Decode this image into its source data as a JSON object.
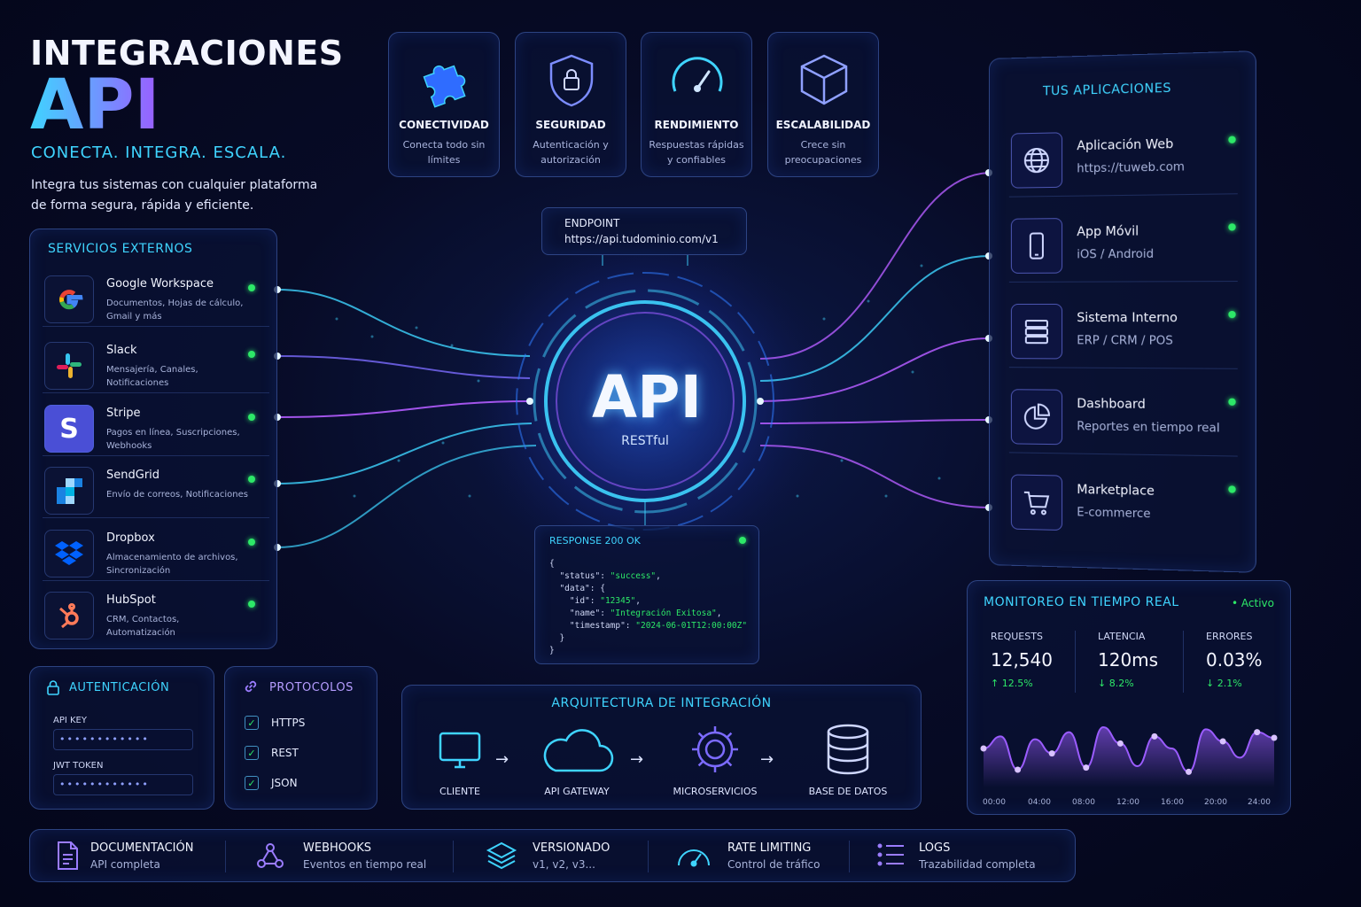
{
  "header": {
    "title_line1": "INTEGRACIONES",
    "title_line2": "API",
    "tagline": "CONECTA. INTEGRA. ESCALA.",
    "intro": "Integra tus sistemas con cualquier plataforma de forma segura, rápida y eficiente."
  },
  "features": [
    {
      "icon": "puzzle-icon",
      "title": "CONECTIVIDAD",
      "desc": "Conecta todo sin límites"
    },
    {
      "icon": "shield-lock-icon",
      "title": "SEGURIDAD",
      "desc": "Autenticación y autorización"
    },
    {
      "icon": "gauge-icon",
      "title": "RENDIMIENTO",
      "desc": "Respuestas rápidas y confiables"
    },
    {
      "icon": "cube-icon",
      "title": "ESCALABILIDAD",
      "desc": "Crece sin preocupaciones"
    }
  ],
  "external_services": {
    "title": "SERVICIOS EXTERNOS",
    "items": [
      {
        "name": "Google Workspace",
        "desc": "Documentos, Hojas de cálculo, Gmail y más",
        "icon": "google-icon"
      },
      {
        "name": "Slack",
        "desc": "Mensajería, Canales, Notificaciones",
        "icon": "slack-icon"
      },
      {
        "name": "Stripe",
        "desc": "Pagos en línea, Suscripciones, Webhooks",
        "icon": "stripe-icon",
        "glyph": "S"
      },
      {
        "name": "SendGrid",
        "desc": "Envío de correos, Notificaciones",
        "icon": "sendgrid-icon"
      },
      {
        "name": "Dropbox",
        "desc": "Almacenamiento de archivos, Sincronización",
        "icon": "dropbox-icon"
      },
      {
        "name": "HubSpot",
        "desc": "CRM, Contactos, Automatización",
        "icon": "hubspot-icon"
      }
    ]
  },
  "endpoint": {
    "label": "ENDPOINT",
    "url": "https://api.tudominio.com/v1"
  },
  "api_core": {
    "label": "API",
    "sub": "RESTful"
  },
  "response": {
    "header": "RESPONSE 200 OK",
    "lines": {
      "l1": "{",
      "l2k": "\"status\": ",
      "l2v": "\"success\"",
      "l2e": ",",
      "l3": "\"data\": {",
      "l4k": "\"id\": ",
      "l4v": "\"12345\"",
      "l4e": ",",
      "l5k": "\"name\": ",
      "l5v": "\"Integración Exitosa\"",
      "l5e": ",",
      "l6k": "\"timestamp\": ",
      "l6v": "\"2024-06-01T12:00:00Z\"",
      "l7": "}",
      "l8": "}"
    }
  },
  "apps": {
    "title": "TUS APLICACIONES",
    "items": [
      {
        "name": "Aplicación Web",
        "sub": "https://tuweb.com",
        "icon": "globe-icon"
      },
      {
        "name": "App Móvil",
        "sub": "iOS / Android",
        "icon": "mobile-icon"
      },
      {
        "name": "Sistema Interno",
        "sub": "ERP / CRM / POS",
        "icon": "server-icon"
      },
      {
        "name": "Dashboard",
        "sub": "Reportes en tiempo real",
        "icon": "pie-chart-icon"
      },
      {
        "name": "Marketplace",
        "sub": "E-commerce",
        "icon": "cart-icon"
      }
    ]
  },
  "monitoring": {
    "title": "MONITOREO EN TIEMPO REAL",
    "status": "• Activo",
    "metrics": [
      {
        "label": "REQUESTS",
        "value": "12,540",
        "change": "↑ 12.5%"
      },
      {
        "label": "LATENCIA",
        "value": "120ms",
        "change": "↓ 8.2%"
      },
      {
        "label": "ERRORES",
        "value": "0.03%",
        "change": "↓ 2.1%"
      }
    ],
    "chart_data": {
      "type": "area",
      "x": [
        "00:00",
        "04:00",
        "08:00",
        "12:00",
        "16:00",
        "20:00",
        "24:00"
      ],
      "values": [
        0.55,
        0.72,
        0.25,
        0.68,
        0.48,
        0.78,
        0.28,
        0.85,
        0.62,
        0.3,
        0.72,
        0.55,
        0.22,
        0.82,
        0.65,
        0.42,
        0.78,
        0.7
      ],
      "color": "#9b5cff"
    }
  },
  "auth": {
    "title": "AUTENTICACIÓN",
    "fields": [
      {
        "label": "API KEY",
        "value": "••••••••••••"
      },
      {
        "label": "JWT TOKEN",
        "value": "••••••••••••"
      }
    ]
  },
  "protocols": {
    "title": "PROTOCOLOS",
    "items": [
      "HTTPS",
      "REST",
      "JSON"
    ]
  },
  "architecture": {
    "title": "ARQUITECTURA DE INTEGRACIÓN",
    "nodes": [
      {
        "label": "CLIENTE",
        "icon": "monitor-icon"
      },
      {
        "label": "API GATEWAY",
        "icon": "cloud-icon"
      },
      {
        "label": "MICROSERVICIOS",
        "icon": "gear-icon"
      },
      {
        "label": "BASE DE DATOS",
        "icon": "database-icon"
      }
    ],
    "arrow": "→"
  },
  "bottom_bar": [
    {
      "title": "DOCUMENTACIÓN",
      "sub": "API completa",
      "icon": "document-icon"
    },
    {
      "title": "WEBHOOKS",
      "sub": "Eventos en tiempo real",
      "icon": "webhook-icon"
    },
    {
      "title": "VERSIONADO",
      "sub": "v1, v2, v3...",
      "icon": "layers-icon"
    },
    {
      "title": "RATE LIMITING",
      "sub": "Control de tráfico",
      "icon": "gauge-icon"
    },
    {
      "title": "LOGS",
      "sub": "Trazabilidad completa",
      "icon": "list-icon"
    }
  ],
  "colors": {
    "accent": "#3fd4ff",
    "purple": "#9b5cff",
    "ok": "#2de868",
    "background": "#070b26"
  }
}
